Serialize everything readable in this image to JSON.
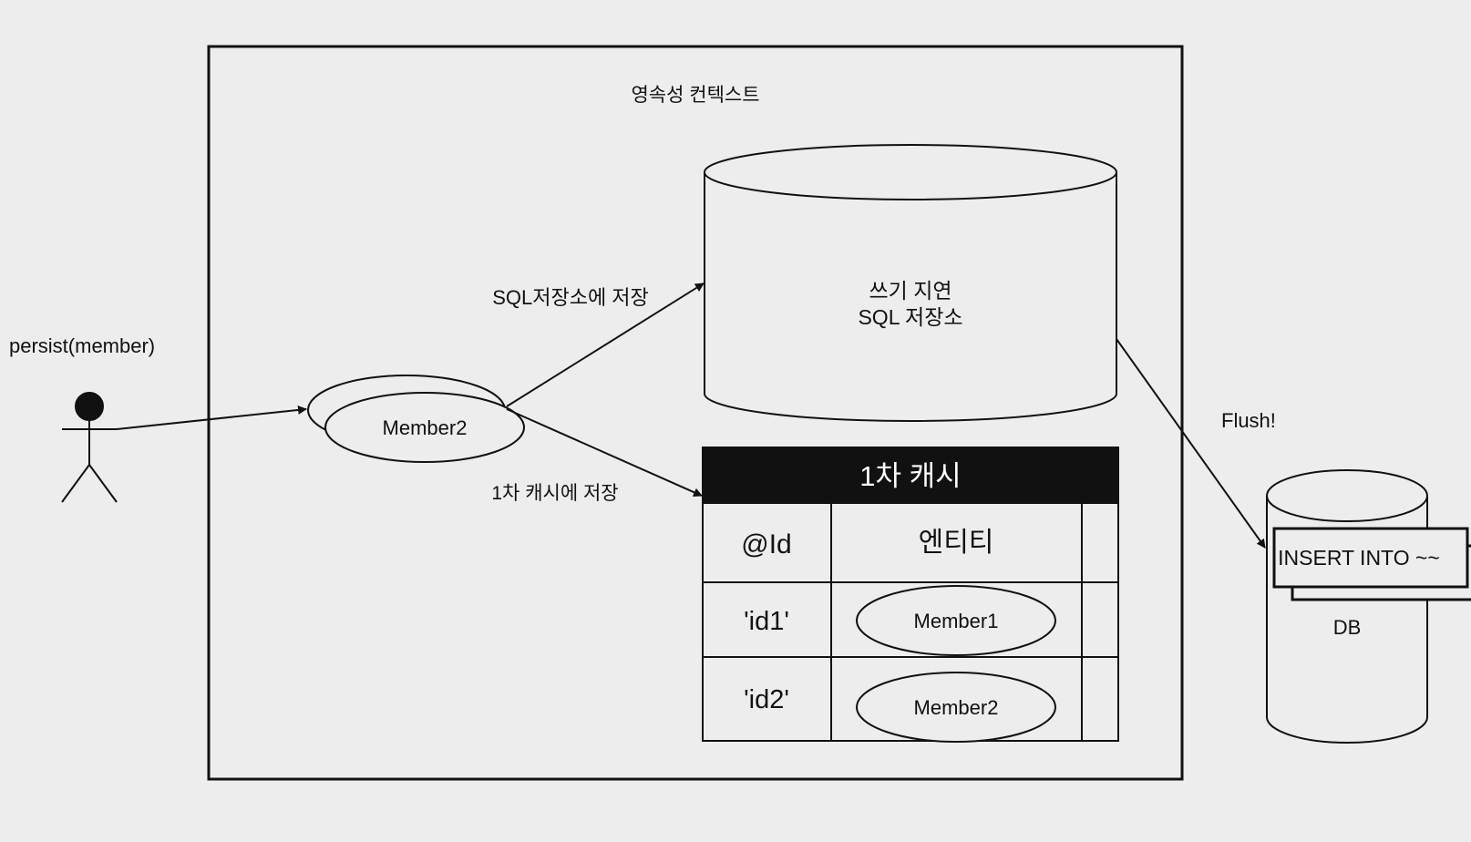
{
  "actor": {
    "label": "persist(member)"
  },
  "context": {
    "title": "영속성 컨텍스트"
  },
  "entity": {
    "label": "Member2"
  },
  "arrows": {
    "to_sql_store": "SQL저장소에 저장",
    "to_cache": "1차 캐시에 저장",
    "flush": "Flush!"
  },
  "sql_store": {
    "line1": "쓰기 지연",
    "line2": "SQL 저장소"
  },
  "cache": {
    "title": "1차 캐시",
    "headers": [
      "@Id",
      "엔티티"
    ],
    "rows": [
      {
        "id": "'id1'",
        "entity": "Member1"
      },
      {
        "id": "'id2'",
        "entity": "Member2"
      }
    ]
  },
  "db": {
    "label": "DB",
    "query": "INSERT INTO ~~"
  }
}
